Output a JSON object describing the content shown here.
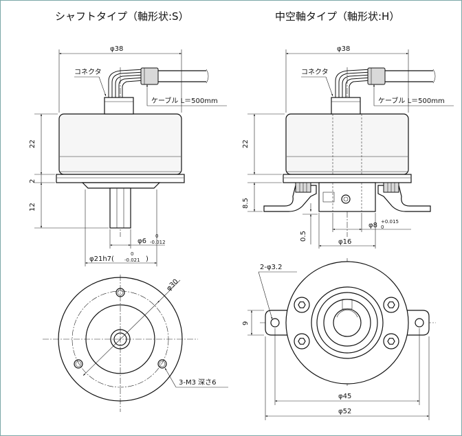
{
  "titles": {
    "shaft": "シャフトタイプ（軸形状:S）",
    "hollow": "中空軸タイプ（軸形状:H）"
  },
  "shaft_type": {
    "dia_38": "φ38",
    "connector": "コネクタ",
    "cable": "ケーブル L＝500mm",
    "height_22": "22",
    "height_2": "2",
    "height_12": "12",
    "shaft_dia": "φ6",
    "shaft_tol_upper": "0",
    "shaft_tol_lower": "-0.012",
    "spigot_prefix": "φ21h7(",
    "spigot_tol_upper": "0",
    "spigot_tol_lower": "-0.021",
    "spigot_suffix": ")",
    "pcd_30": "φ30",
    "tapped_holes": "3-M3 深さ6"
  },
  "hollow_type": {
    "dia_38": "φ38",
    "connector": "コネクタ",
    "cable": "ケーブル L＝500mm",
    "height_22": "22",
    "height_8_5": "8.5",
    "height_0_5": "0.5",
    "bore_dia": "φ8",
    "bore_tol_upper": "+0.015",
    "bore_tol_lower": "0",
    "hub_dia": "φ16",
    "mount_holes": "2-φ3.2",
    "width_9": "9",
    "dia_45": "φ45",
    "dia_52": "φ52"
  }
}
